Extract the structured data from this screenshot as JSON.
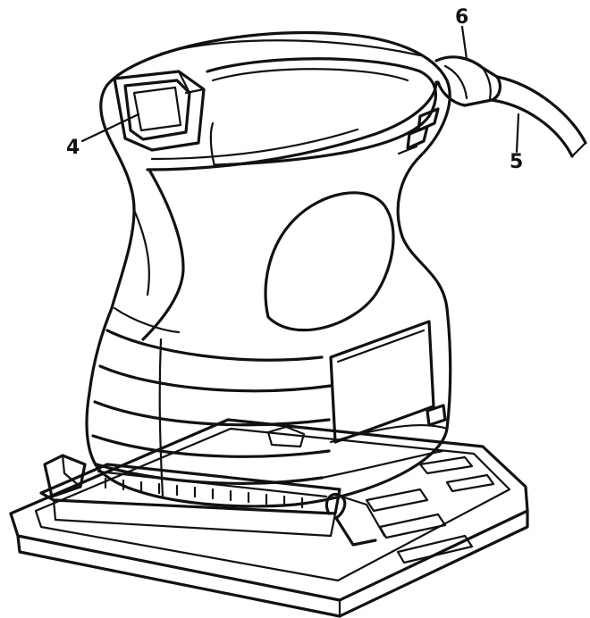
{
  "callouts": {
    "switch": "4",
    "cord": "5",
    "cord_guard": "6"
  }
}
